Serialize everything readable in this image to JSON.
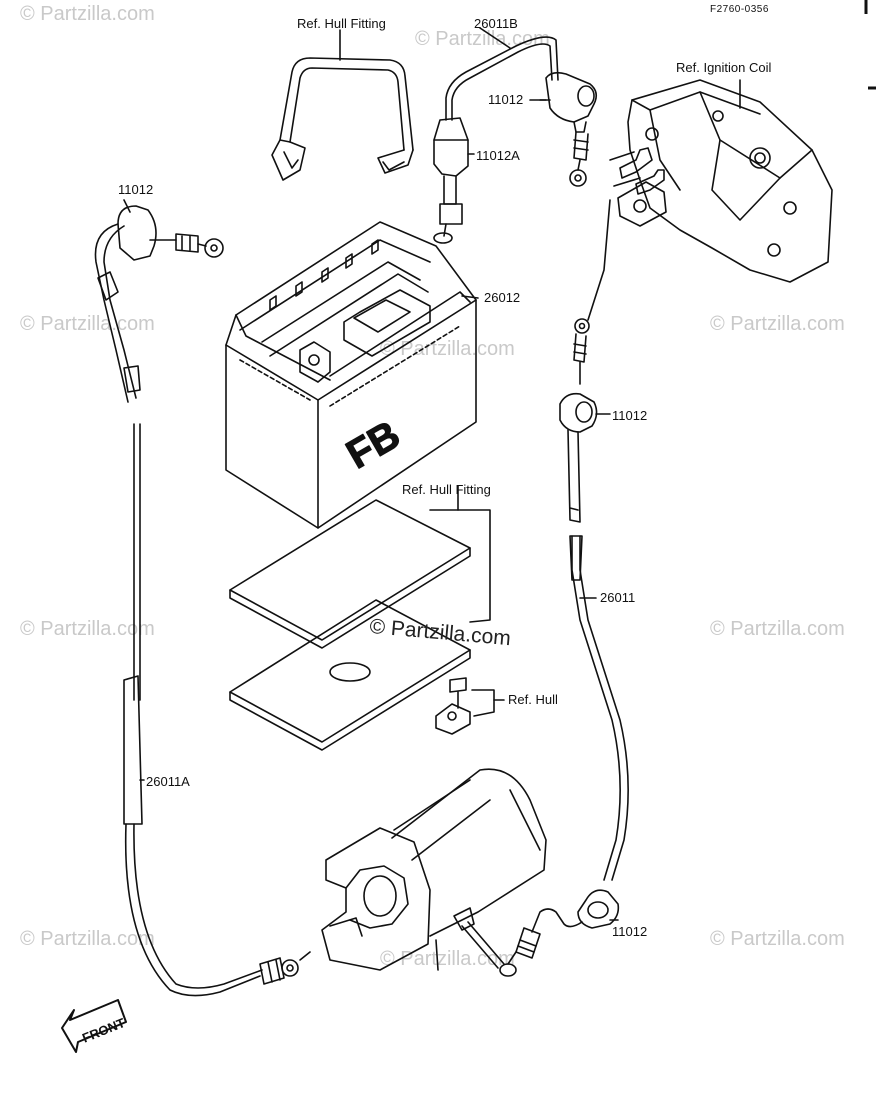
{
  "diagram": {
    "code": "F2760-0356",
    "labels": {
      "ref_hull_fitting_top": "Ref. Hull Fitting",
      "cable_26011b": "26011B",
      "cap_11012_top": "11012",
      "ref_ignition_coil": "Ref. Ignition Coil",
      "cap_11012a": "11012A",
      "cap_11012_left": "11012",
      "battery_26012": "26012",
      "cap_11012_mid": "11012",
      "ref_hull_fitting_mid": "Ref. Hull Fitting",
      "cable_26011": "26011",
      "ref_hull": "Ref. Hull",
      "cable_26011a": "26011A",
      "cap_11012_bottom": "11012",
      "front": "FRONT",
      "battery_mark": "FB"
    },
    "watermark_center": "© Partzilla.com",
    "watermark_tile": "© Partzilla.com"
  },
  "colors": {
    "line": "#111111",
    "watermark": "#c9c9c9"
  }
}
